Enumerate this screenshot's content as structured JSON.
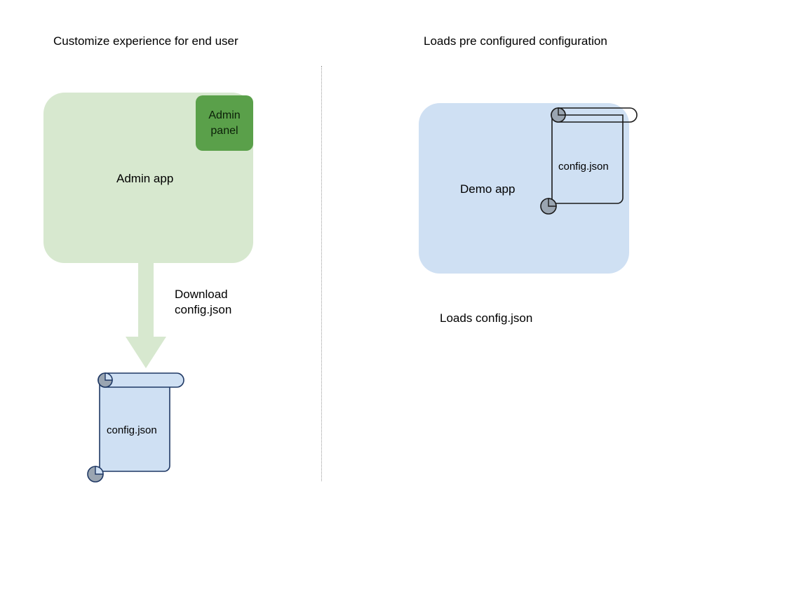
{
  "diagram": {
    "columns": [
      {
        "id": "left",
        "title": "Customize experience for end user"
      },
      {
        "id": "right",
        "title": "Loads pre configured configuration"
      }
    ],
    "left": {
      "app_label": "Admin app",
      "app_color": "#d7e8cf",
      "panel": {
        "line1": "Admin",
        "line2": "panel",
        "color": "#5aa04a"
      },
      "arrow": {
        "label_line1": "Download",
        "label_line2": "config.json",
        "color": "#d7e8cf"
      },
      "document": {
        "label": "config.json",
        "fill": "#cfe0f3",
        "stroke": "#1f3864",
        "curl": "#9aa5b1"
      }
    },
    "right": {
      "app_label": "Demo app",
      "app_color": "#cfe0f3",
      "document": {
        "label": "config.json",
        "fill": "transparent",
        "stroke": "#1a1a1a",
        "curl": "#9aa5b1"
      },
      "caption": "Loads config.json"
    },
    "divider": {
      "style": "dotted",
      "color": "#9a9a9a"
    }
  }
}
